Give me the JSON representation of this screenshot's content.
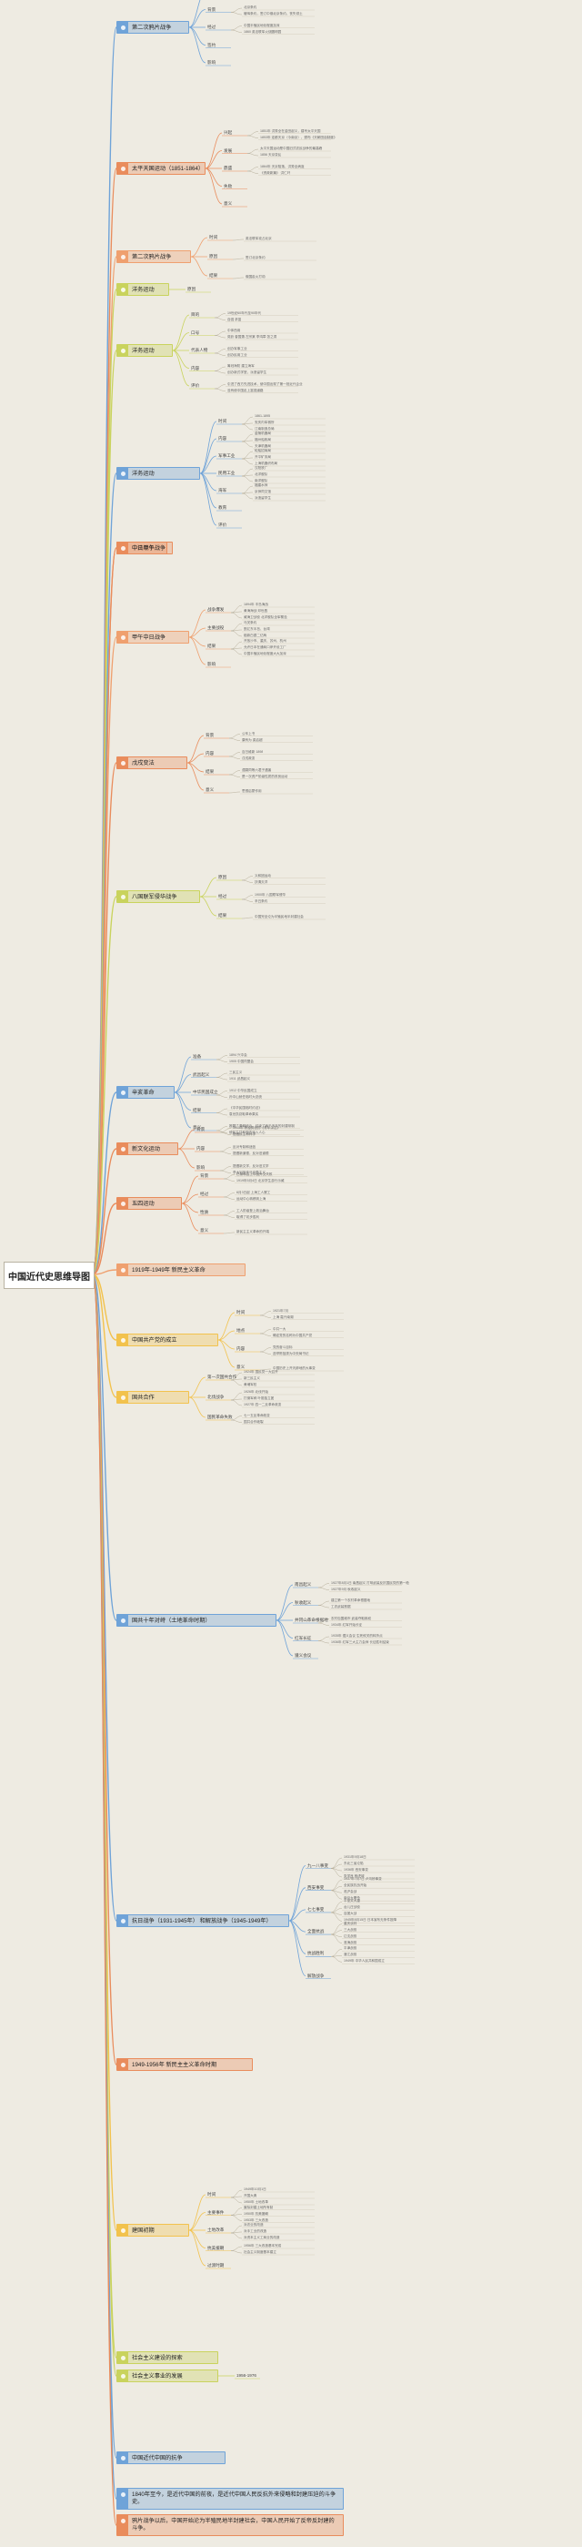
{
  "central": "中国近代史思维导图",
  "topics": [
    {
      "label": "第二次鸦片战争",
      "color": "#6fa3d8",
      "subs": [
        "原因",
        "背景",
        "经过",
        "签约",
        "影响"
      ],
      "leaves": [
        "1856，英国借口亚罗号事件",
        "天津条约",
        "北京条约",
        "瑷珲条约，签订中俄北京条约，丧失领土",
        "中国半殖民地化程度加深",
        "1860 英法联军火烧圆明园"
      ]
    },
    {
      "label": "太平天国运动（1851-1864）",
      "color": "#e98c5c",
      "subs": [
        "兴起",
        "发展",
        "鼎盛",
        "失败",
        "意义"
      ],
      "leaves": [
        "1851年 洪秀全在金田起义，建号太平天国",
        "1853年 定都天京（今南京），颁布《天朝田亩制度》",
        "太平天国运动是中国旧式农民战争的最高峰",
        "1856 天京变乱",
        "1864年 天京陷落，洪秀全病逝",
        "《资政新篇》 洪仁玕"
      ]
    },
    {
      "label": "第二次鸦片战争",
      "color": "#efa06f",
      "subs": [
        "时间",
        "原因",
        "结果"
      ],
      "leaves": [
        "英法联军攻占北京",
        "签订北京条约",
        "俄国趁火打劫"
      ]
    },
    {
      "label": "洋务运动",
      "color": "#c9d35d",
      "subs": [
        "原因"
      ],
      "leaves": []
    },
    {
      "label": "洋务运动",
      "color": "#c9d35d",
      "subs": [
        "目的",
        "口号",
        "代表人物",
        "内容",
        "评价"
      ],
      "leaves": [
        "19世纪60年代至90年代",
        "自强 求富",
        "中体西用",
        "奕訢 曾国藩 左宗棠 李鸿章 张之洞",
        "创办军事工业",
        "创办民用工业",
        "筹划海防 建立海军",
        "创办新式学堂，派遣留学生",
        "引进了西方先进技术，使中国出现了第一批近代企业",
        "没有使中国走上富强道路"
      ]
    },
    {
      "label": "中法战争",
      "color": "#e98c5c",
      "subs": [],
      "leaves": []
    },
    {
      "label": "洋务运动",
      "color": "#6fa3d8",
      "subs": [
        "时间",
        "内容",
        "军事工业",
        "民用工业",
        "海军",
        "教育",
        "评价"
      ],
      "leaves": [
        "1861-1895",
        "安庆内军械所",
        "江南制造总局",
        "金陵机器局",
        "福州船政局",
        "天津机器局",
        "轮船招商局",
        "开平矿务局",
        "上海机器织布局",
        "汉阳铁厂",
        "北洋舰队",
        "南洋舰队",
        "福建水师",
        "京师同文馆",
        "派遣留学生"
      ]
    },
    {
      "label": "中日甲午战争",
      "color": "#e98c5c",
      "subs": [],
      "leaves": []
    },
    {
      "label": "甲午中日战争",
      "color": "#efa06f",
      "subs": [
        "战争爆发",
        "主要战役",
        "结果",
        "影响"
      ],
      "leaves": [
        "1894年 丰岛海战",
        "黄海海战 邓世昌",
        "威海卫战役 北洋舰队全军覆没",
        "马关条约",
        "割辽东半岛、台湾",
        "赔款白银二亿两",
        "开放沙市、重庆、苏州、杭州",
        "允许日本在通商口岸开设工厂",
        "中国半殖民地化程度大大加深"
      ]
    },
    {
      "label": "戊戌变法",
      "color": "#e98c5c",
      "subs": [
        "背景",
        "内容",
        "结果",
        "意义"
      ],
      "leaves": [
        "公车上书",
        "康有为 梁启超",
        "百日维新 1898",
        "戊戌政变",
        "谭嗣同等六君子遇害",
        "是一次资产阶级性质的改良运动",
        "思想启蒙作用"
      ]
    },
    {
      "label": "八国联军侵华战争",
      "color": "#c9d35d",
      "subs": [
        "原因",
        "经过",
        "结果"
      ],
      "leaves": [
        "义和团运动",
        "扶清灭洋",
        "1900年 八国联军侵华",
        "辛丑条约",
        "中国完全沦为半殖民地半封建社会"
      ]
    },
    {
      "label": "辛亥革命",
      "color": "#6fa3d8",
      "subs": [
        "准备",
        "武昌起义",
        "中华民国成立",
        "结果",
        "意义"
      ],
      "leaves": [
        "1894 兴中会",
        "1905 中国同盟会",
        "三民主义",
        "1911 武昌起义",
        "1912 中华民国成立",
        "孙中山就任临时大总统",
        "《中华民国临时约法》",
        "袁世凯窃取革命果实",
        "推翻了清朝统治，结束了两千多年的封建帝制",
        "使民主共和观念深入人心"
      ]
    },
    {
      "label": "新文化运动",
      "color": "#e98c5c",
      "subs": [
        "背景",
        "内容",
        "影响"
      ],
      "leaves": [
        "1915年 陈独秀创办《青年杂志》",
        "提倡民主和科学",
        "反对专制和迷信",
        "提倡新道德，反对旧道德",
        "提倡新文学，反对旧文学",
        "李大钊宣传马克思主义"
      ]
    },
    {
      "label": "五四运动",
      "color": "#e98c5c",
      "subs": [
        "背景",
        "经过",
        "性质",
        "意义"
      ],
      "leaves": [
        "巴黎和会上中国外交失败",
        "1919年5月4日 北京学生游行示威",
        "6月3日起 上海工人罢工",
        "运动中心转移到上海",
        "工人阶级登上政治舞台",
        "取得了初步胜利",
        "新民主主义革命的开端"
      ]
    },
    {
      "label": "1919年-1949年 新民主义革命",
      "color": "#efa06f",
      "subs": [],
      "leaves": []
    },
    {
      "label": "中国共产党的成立",
      "color": "#f2c24d",
      "subs": [
        "时间",
        "地点",
        "内容",
        "意义"
      ],
      "leaves": [
        "1921年7月",
        "上海 嘉兴南湖",
        "中共一大",
        "确定党的名称为中国共产党",
        "党的奋斗目标",
        "选举陈独秀为中央局书记",
        "中国历史上开天辟地的大事变"
      ]
    },
    {
      "label": "国共合作",
      "color": "#f2c24d",
      "subs": [
        "第一次国共合作",
        "北伐战争",
        "国民革命失败"
      ],
      "leaves": [
        "1924年 国民党一大召开",
        "新三民主义",
        "黄埔军校",
        "1926年 北伐开始",
        "打倒军阀 叶挺独立团",
        "1927年 四一二反革命政变",
        "七一五反革命政变",
        "国共合作破裂"
      ]
    },
    {
      "label": "国共十年对峙（土地革命时期）",
      "color": "#6fa3d8",
      "subs": [
        "南昌起义",
        "秋收起义",
        "井冈山革命根据地",
        "红军长征",
        "遵义会议"
      ],
      "leaves": [
        "1927年8月1日 南昌起义 打响武装反抗国民党的第一枪",
        "1927年9月 秋收起义",
        "建立第一个农村革命根据地",
        "工农武装割据",
        "农村包围城市 武装夺取政权",
        "1934年 红军开始长征",
        "1935年 遵义会议 生死攸关的转折点",
        "1936年 红军三大主力会师 长征胜利结束"
      ]
    },
    {
      "label": "抗日战争（1931-1945年） 和解放战争（1945-1949年）",
      "color": "#6fa3d8",
      "subs": [
        "九一八事变",
        "西安事变",
        "七七事变",
        "全面抗战",
        "抗战胜利",
        "解放战争"
      ],
      "leaves": [
        "1931年9月18日",
        "东北三省沦陷",
        "1936年 西安事变",
        "张学良 杨虎城",
        "1937年7月7日 卢沟桥事变",
        "全民族抗战开始",
        "淞沪会战",
        "南京大屠杀",
        "平型关大捷",
        "台儿庄战役",
        "百团大战",
        "1945年8月15日 日本宣布无条件投降",
        "重庆谈判",
        "三大战役",
        "辽沈战役",
        "淮海战役",
        "平津战役",
        "渡江战役",
        "1949年 中华人民共和国成立"
      ]
    },
    {
      "label": "1949-1956年 新民主主义革命时期",
      "color": "#e98c5c",
      "subs": [],
      "leaves": []
    },
    {
      "label": "建国初期",
      "color": "#f2c24d",
      "subs": [
        "时间",
        "主要事件",
        "土地改革",
        "抗美援朝",
        "过渡时期"
      ],
      "leaves": [
        "1949年10月1日",
        "开国大典",
        "1950年 土地改革",
        "废除封建土地所有制",
        "1950年 抗美援朝",
        "1953年 三大改造",
        "对农业的改造",
        "对手工业的改造",
        "对资本主义工商业的改造",
        "1956年 三大改造基本完成",
        "社会主义制度基本建立"
      ]
    },
    {
      "label": "社会主义建设的探索",
      "color": "#c9d35d",
      "subs": [],
      "leaves": []
    },
    {
      "label": "社会主义事业的发展",
      "color": "#c9d35d",
      "subs": [
        "1956-1976"
      ],
      "leaves": []
    },
    {
      "label": "中国近代中国的抗争",
      "color": "#6fa3d8",
      "subs": [],
      "leaves": []
    },
    {
      "label": "1840年至今，是近代中国的前夜，是近代中国人民反抗外来侵略和封建压迫的斗争史。",
      "color": "#6fa3d8",
      "subs": [],
      "leaves": []
    },
    {
      "label": "鸦片战争以后，中国开始沦为半殖民地半封建社会，中国人民开始了反帝反封建的斗争。",
      "color": "#e98c5c",
      "subs": [],
      "leaves": []
    }
  ]
}
